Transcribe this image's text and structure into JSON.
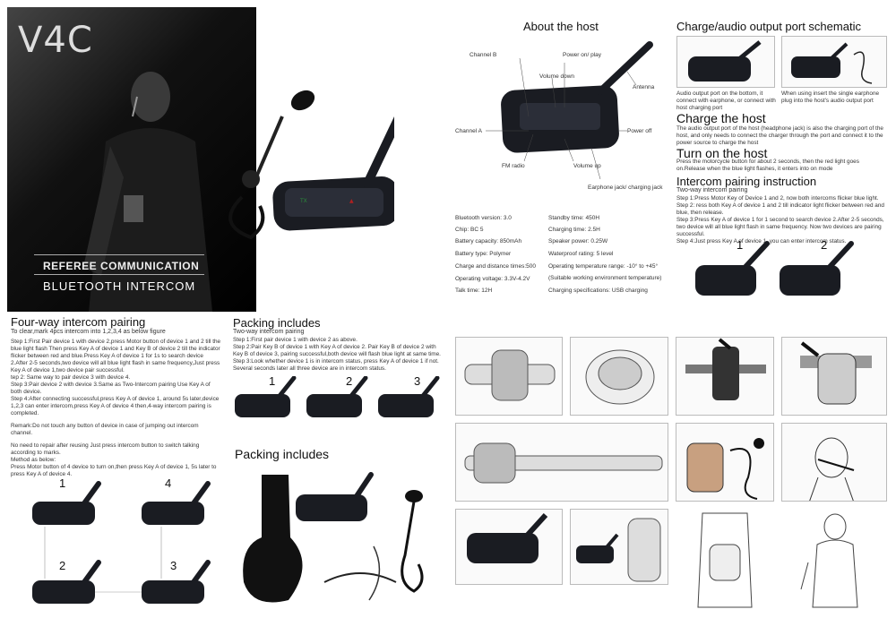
{
  "hero": {
    "logo": "V4C",
    "title1": "REFEREE COMMUNICATION",
    "title2": "BLUETOOTH INTERCOM"
  },
  "about": {
    "title": "About the host",
    "callouts": {
      "channel_b": "Channel B",
      "power": "Power on/ play",
      "volume_down": "Volume down",
      "antenna": "Antenna",
      "channel_a": "Channel A",
      "power_off": "Power off",
      "fm_radio": "FM radio",
      "volume_up": "Volume up",
      "earphone": "Earphone jack/ charging jack"
    },
    "specs_left": [
      "Bluetooth version: 3.0",
      "Chip: BC 5",
      "Battery capacity: 850mAh",
      "Battery type: Polymer",
      "Charge and distance times:500",
      "Operating voltage: 3.3V-4.2V",
      "Talk time: 12H"
    ],
    "specs_right": [
      "Standby time: 450H",
      "Charging time: 2.5H",
      "Speaker power: 0.25W",
      "Waterproof rating: 5 level",
      "Operating temperature range: -10° to +45°",
      "(Suitable working environment temperature)",
      "Charging specifications: USB charging"
    ]
  },
  "charge_port": {
    "title": "Charge/audio output port schematic",
    "caption_left": "Audio output port on the bottom, it connect with earphone, or connect with host charging port",
    "caption_right": "When using insert the single earphone plug into the host's audio output port"
  },
  "charge_host": {
    "title": "Charge the host",
    "text": "The audio output port of the host (headphone jack) is also the charging port of the host, and only needs to connect the charger through the port and connect it to the power source to charge the host"
  },
  "turn_on": {
    "title": "Turn on the host",
    "text": "Press the motorcycle button for about 2 seconds, then the red light goes on.Release when the blue light flashes, it enters into on mode"
  },
  "intercom": {
    "title": "Intercom pairing instruction",
    "subtitle": "Two-way intercom pairing",
    "steps": [
      "Step 1:Press Motor Key of Device 1 and 2, now both intercoms flicker blue light.",
      "Step 2:    ress both Key A of device 1 and 2 till indicator light flicker between red and blue, then release.",
      "Step 3:Press Key A of device 1 for 1 second to search device 2.After 2-5 seconds, two device will all blue light flash in same frequency. Now two devices are pairing successful.",
      "Step 4:Just press Key A of device 1, you can enter intercom status."
    ],
    "labels": [
      "1",
      "2"
    ]
  },
  "fourway": {
    "title": "Four-way intercom pairing",
    "subtitle": "To clear,mark 4pcs intercom into 1,2,3,4 as below figure",
    "text": [
      "Step 1:First Pair device 1 with device 2,press Motor button of device 1 and 2 till the blue light flash Then press Key A of device 1 and Key B of device 2 till the indicator flicker between red and blue.Press Key A of device 1 for 1s to search device 2.After 2-5 seconds,two device will all blue light flash in same frequency,Just press Key A of device 1,two device pair successful.",
      "  tep 2: Same way to pair device 3 with device 4.",
      "Step 3:Pair device 2 with device 3.Same as Two-Intercom pairing Use Key A of both device.",
      "Step 4:After connecting successful,press Key A of device 1, around 5s later,device 1,2,3 can enter intercom,press Key A of device 4 then,4-way intercom pairing is completed.",
      "",
      "Remark:Do not touch any button of device in case of jumping out intercom channel.",
      "",
      "No need to repair after reusing Just press intercom button to switch talking according to marks.",
      "Method as below:",
      "Press Motor button of 4 device to turn on,then press Key A of device 1, 5s later to press Key A of device 4."
    ],
    "labels": [
      "1",
      "4",
      "2",
      "3"
    ]
  },
  "packing1": {
    "title": "Packing includes",
    "subtitle": "Two-way intercom pairing",
    "text": [
      "Step 1:First pair device 1 with device 2 as above.",
      "Step 2:Pair Key B of device 1 with Key A of device 2. Pair Key B of device 2 with Key B of device 3, pairing successful,both device will flash blue light at same time.",
      "Step 3:Look whether device 1 is in intercom status, press Key A of device 1 if not. Several seconds later all three device are in intercom status."
    ],
    "labels": [
      "1",
      "2",
      "3"
    ]
  },
  "packing2": {
    "title": "Packing includes"
  },
  "colors": {
    "device": "#1a1c22",
    "panel": "#2b2e38",
    "accent_green": "#2a8a3a",
    "accent_red": "#b02020"
  }
}
